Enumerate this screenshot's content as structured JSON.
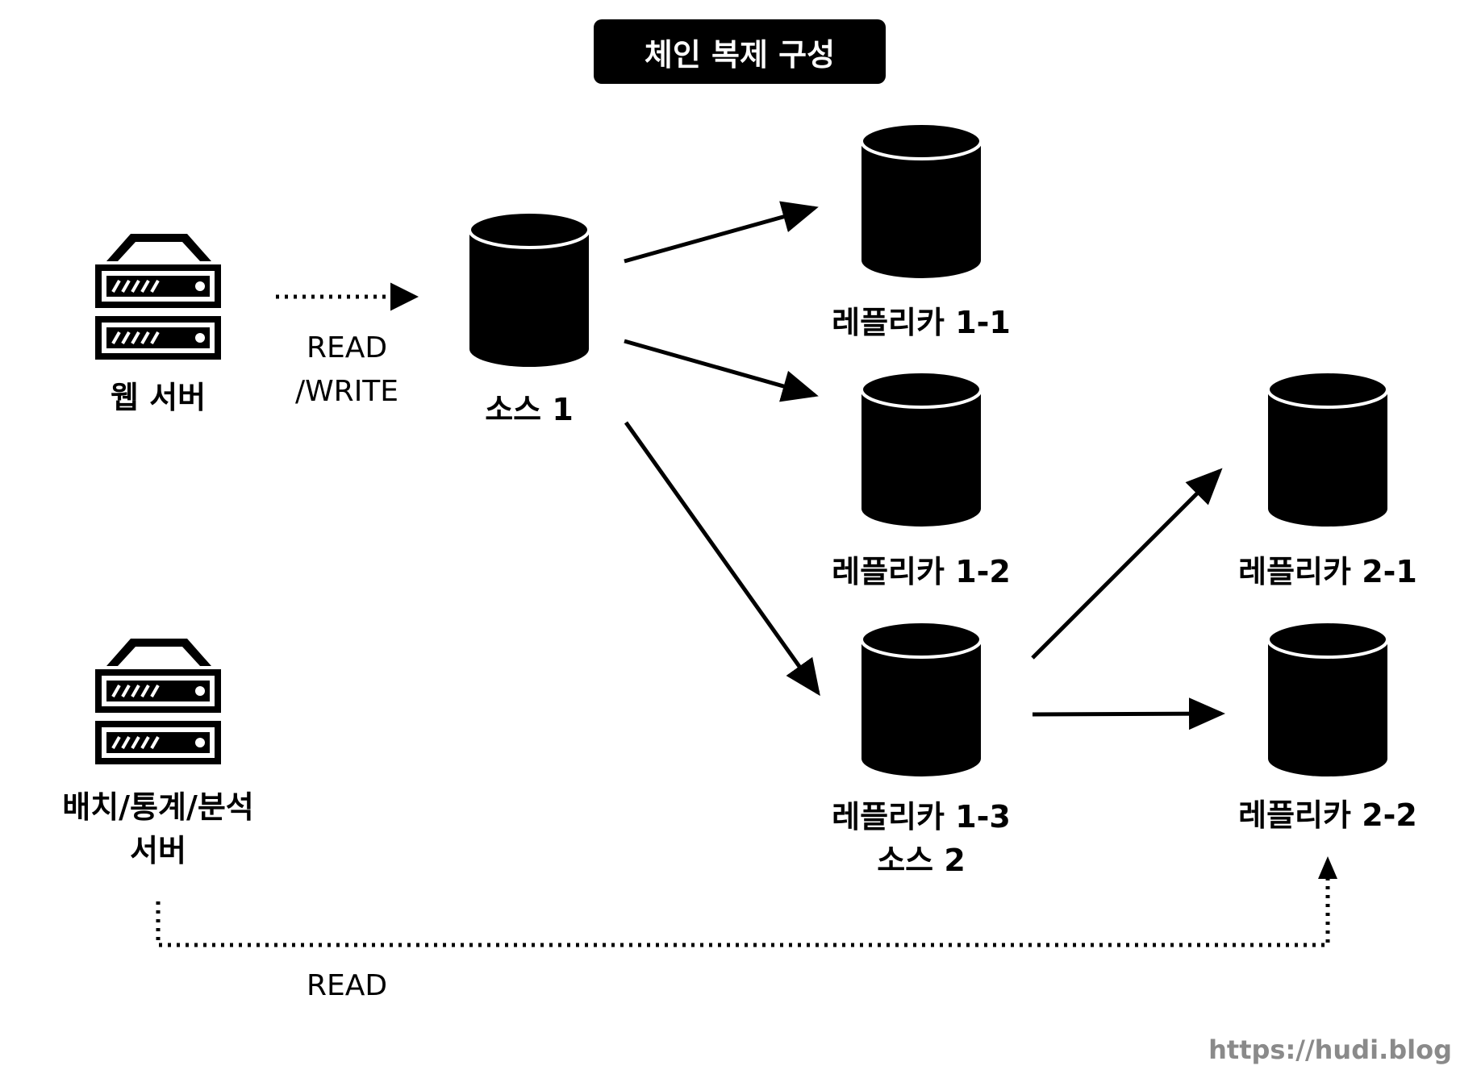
{
  "title": "체인 복제 구성",
  "nodes": {
    "web_server": "웹 서버",
    "batch_server_line1": "배치/통계/분석",
    "batch_server_line2": "서버",
    "source1": "소스 1",
    "replica_1_1": "레플리카 1-1",
    "replica_1_2": "레플리카 1-2",
    "replica_1_3": "레플리카 1-3",
    "replica_1_3_role": "소스 2",
    "replica_2_1": "레플리카 2-1",
    "replica_2_2": "레플리카 2-2"
  },
  "edges": {
    "web_rw_line1": "READ",
    "web_rw_line2": "/WRITE",
    "batch_read": "READ"
  },
  "watermark": "https://hudi.blog",
  "colors": {
    "ink": "#000000",
    "paper": "#ffffff",
    "watermark": "#8a8a8a"
  }
}
